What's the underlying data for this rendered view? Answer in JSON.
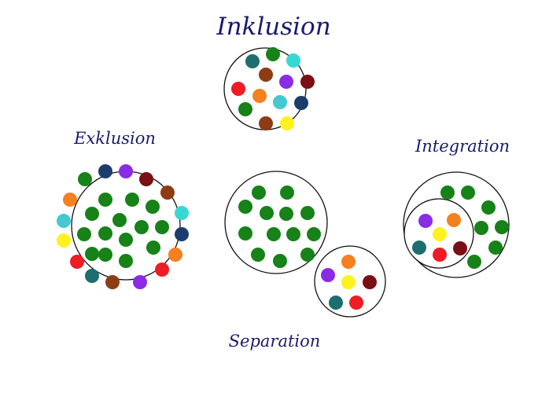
{
  "labels": {
    "inclusion": "Inklusion",
    "exclusion": "Exklusion",
    "integration": "Integration",
    "separation": "Separation"
  },
  "colors": {
    "green": "#168218",
    "teal": "#1e6e70",
    "cyan": "#38d8d2",
    "brown": "#8c3d14",
    "purple": "#8a2be6",
    "darkred": "#7a0f14",
    "red": "#ee1c24",
    "orange": "#f4801f",
    "lightteal": "#45c8d0",
    "navy": "#1b3d6e",
    "yellow": "#fff21e",
    "ring": "#111111",
    "label": "#1a1a6e"
  }
}
